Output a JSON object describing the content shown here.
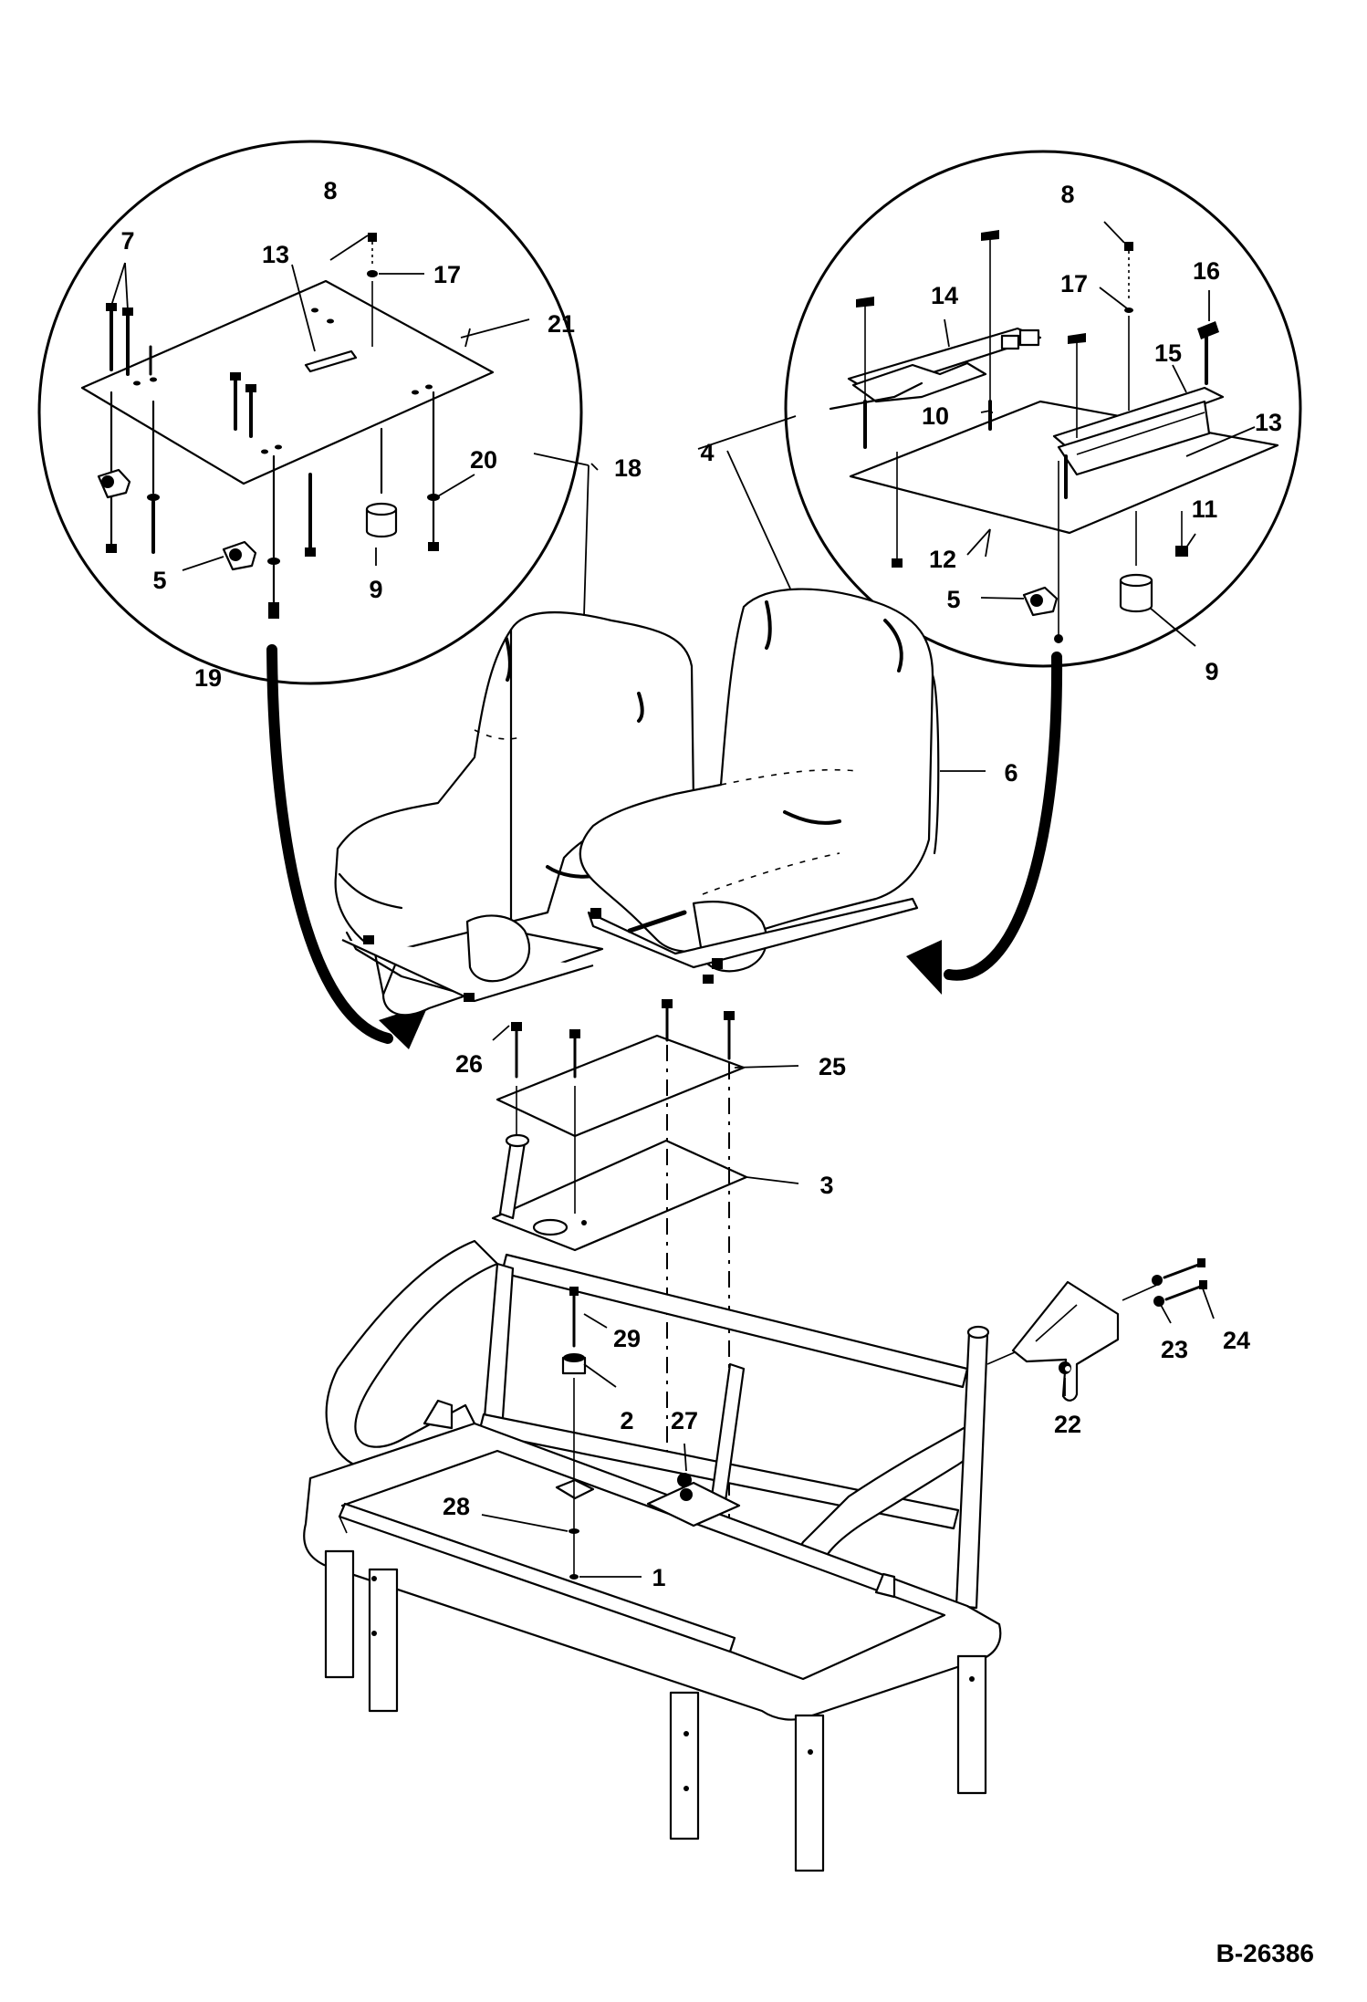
{
  "figure": {
    "reference_code": "B-26386"
  },
  "callouts": {
    "left_detail": [
      "7",
      "8",
      "13",
      "17",
      "21",
      "20",
      "5",
      "9",
      "19"
    ],
    "right_detail": [
      "8",
      "14",
      "17",
      "16",
      "15",
      "10",
      "13",
      "4",
      "12",
      "11",
      "5",
      "9"
    ],
    "main": [
      "18",
      "6",
      "26",
      "25",
      "3",
      "29",
      "2",
      "27",
      "28",
      "1",
      "22",
      "23",
      "24"
    ]
  }
}
